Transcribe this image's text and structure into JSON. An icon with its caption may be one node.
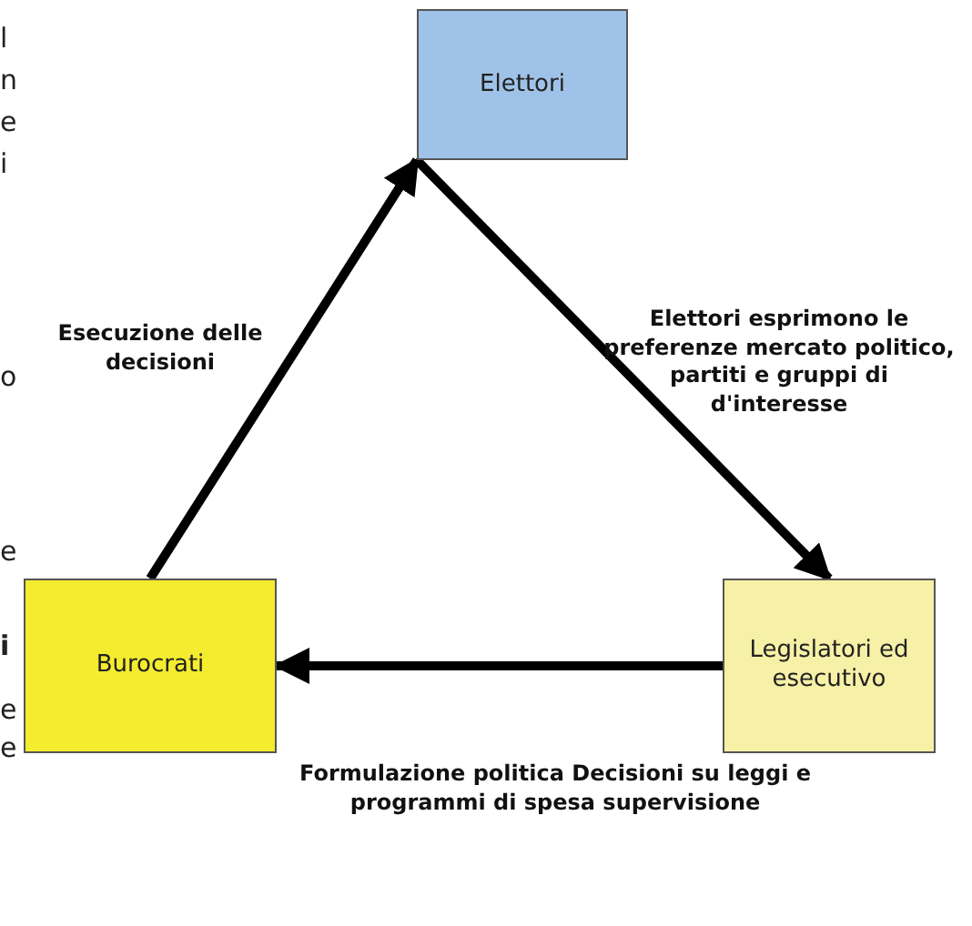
{
  "diagram": {
    "nodes": [
      {
        "text": [
          "Elettori"
        ]
      },
      {
        "text": [
          "Burocrati"
        ]
      },
      {
        "text": [
          "Legislatori ed esecutivo"
        ]
      }
    ],
    "edges": [
      {
        "from": 1,
        "to": 0,
        "arrow": "to",
        "label": "Esecuzione delle decisioni"
      },
      {
        "from": 0,
        "to": 2,
        "arrow": "to",
        "label": "Elettori esprimono le preferenze mercato politico, partiti e gruppi di d'interesse"
      },
      {
        "from": 2,
        "to": 1,
        "arrow": "to",
        "label": "Formulazione politica Decisioni su leggi e programmi di spesa supervisione"
      }
    ],
    "labels": [
      "l",
      "n",
      "e",
      "i",
      "o",
      "e",
      "i",
      "e",
      "e"
    ]
  }
}
